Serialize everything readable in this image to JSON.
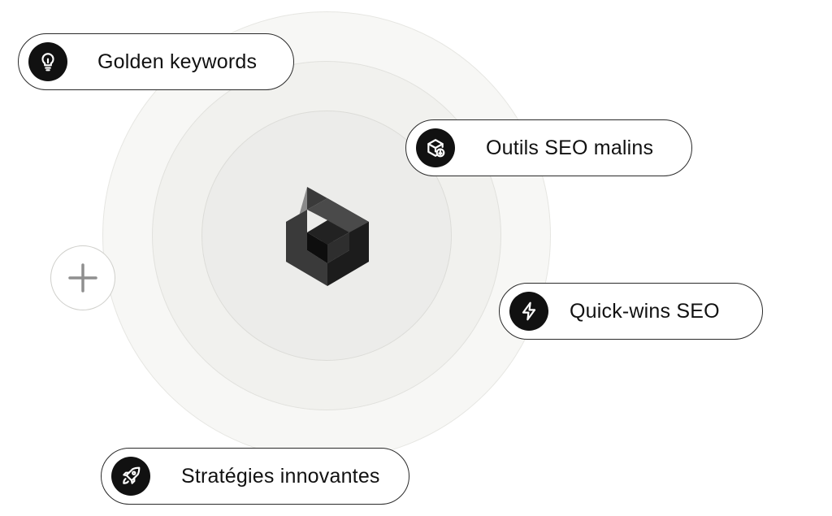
{
  "center": {
    "logo_icon": "hexagon-b-logo-icon",
    "add_icon": "plus-icon"
  },
  "features": [
    {
      "label": "Golden keywords",
      "icon": "lightbulb-icon"
    },
    {
      "label": "Outils SEO malins",
      "icon": "box-download-icon"
    },
    {
      "label": "Quick-wins SEO",
      "icon": "lightning-icon"
    },
    {
      "label": "Stratégies innovantes",
      "icon": "rocket-icon"
    }
  ],
  "colors": {
    "pill_border": "#2a2a2a",
    "icon_background": "#111111",
    "ring_background": "#f1f1ee"
  }
}
